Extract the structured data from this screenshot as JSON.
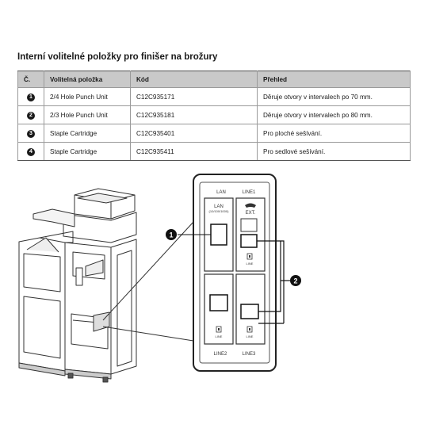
{
  "heading": "Interní volitelné položky pro finišer na brožury",
  "table": {
    "headers": [
      "Č.",
      "Volitelná položka",
      "Kód",
      "Přehled"
    ],
    "rows": [
      {
        "num": "1",
        "item": "2/4 Hole Punch Unit",
        "code": "C12C935171",
        "overview": "Děruje otvory v intervalech po 70 mm."
      },
      {
        "num": "2",
        "item": "2/3 Hole Punch Unit",
        "code": "C12C935181",
        "overview": "Děruje otvory v intervalech po 80 mm."
      },
      {
        "num": "3",
        "item": "Staple Cartridge",
        "code": "C12C935401",
        "overview": "Pro ploché sešívání."
      },
      {
        "num": "4",
        "item": "Staple Cartridge",
        "code": "C12C935411",
        "overview": "Pro sedlové sešívání."
      }
    ]
  },
  "panel": {
    "lan_top": "LAN",
    "line1": "LINE1",
    "lan_port": "LAN",
    "lan_speed": "(10/100/1000)",
    "ext": "EXT.",
    "line_port": "LINE",
    "line2": "LINE2",
    "line3": "LINE3"
  },
  "callouts": [
    "1",
    "2"
  ]
}
